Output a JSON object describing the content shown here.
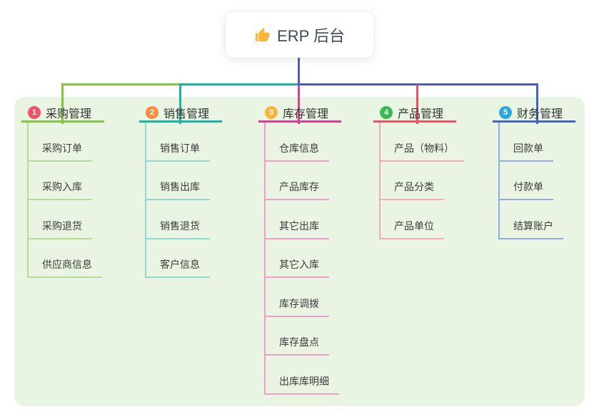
{
  "root": {
    "icon": "thumbs-up",
    "label": "ERP 后台"
  },
  "connector": {
    "root_color": "#4a59c8"
  },
  "panel": {
    "background": "#e9f5e2"
  },
  "branches": [
    {
      "number": "1",
      "label": "采购管理",
      "badge_color": "#f25168",
      "line_color": "#83c440",
      "light_line_color": "#b8dc92",
      "items": [
        "采购订单",
        "采购入库",
        "采购退货",
        "供应商信息"
      ]
    },
    {
      "number": "2",
      "label": "销售管理",
      "badge_color": "#f88d3f",
      "line_color": "#12b7aa",
      "light_line_color": "#8fd9d0",
      "items": [
        "销售订单",
        "销售出库",
        "销售退货",
        "客户信息"
      ]
    },
    {
      "number": "3",
      "label": "库存管理",
      "badge_color": "#f9b53a",
      "line_color": "#e23a94",
      "light_line_color": "#f19fca",
      "items": [
        "仓库信息",
        "产品库存",
        "其它出库",
        "其它入库",
        "库存调拨",
        "库存盘点",
        "出库库明细"
      ]
    },
    {
      "number": "4",
      "label": "产品管理",
      "badge_color": "#3bb857",
      "line_color": "#f74f60",
      "light_line_color": "#fba8b1",
      "items": [
        "产品（物料）",
        "产品分类",
        "产品单位"
      ]
    },
    {
      "number": "5",
      "label": "财务管理",
      "badge_color": "#2ca7de",
      "line_color": "#4164c8",
      "light_line_color": "#94abdf",
      "items": [
        "回款单",
        "付款单",
        "结算账户"
      ]
    }
  ]
}
